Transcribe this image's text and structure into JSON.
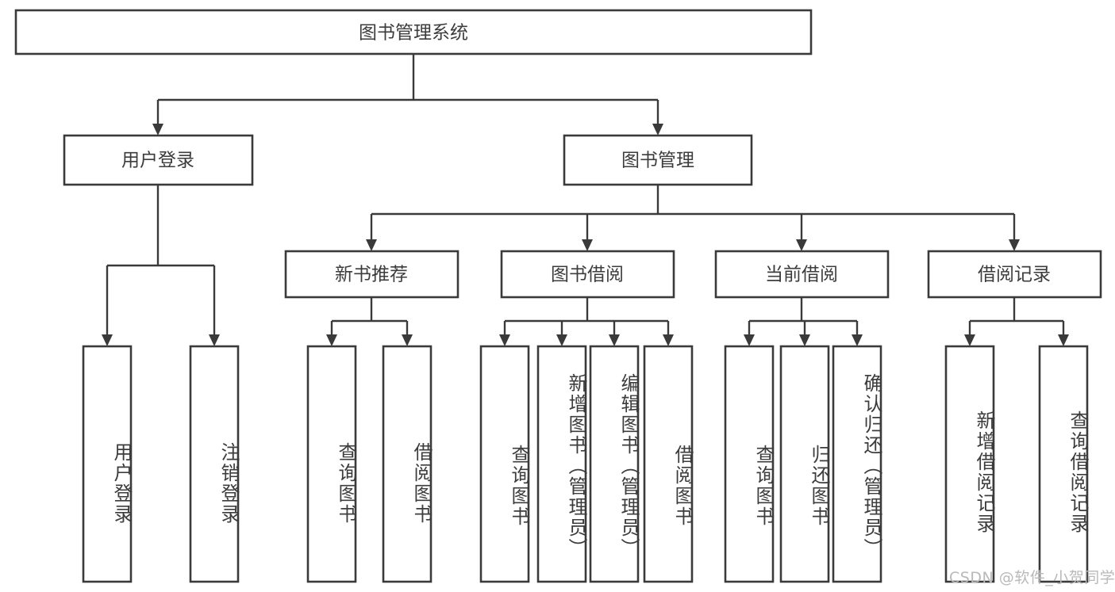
{
  "diagram": {
    "title": "图书管理系统",
    "type": "tree-hierarchy-diagram",
    "background_color": "#ffffff",
    "line_color": "#3a3a3a",
    "text_color": "#3c3c3c",
    "root": {
      "label": "图书管理系统"
    },
    "level2": [
      {
        "label": "用户登录"
      },
      {
        "label": "图书管理"
      }
    ],
    "level3": [
      {
        "label": "新书推荐"
      },
      {
        "label": "图书借阅"
      },
      {
        "label": "当前借阅"
      },
      {
        "label": "借阅记录"
      }
    ],
    "leaves": {
      "user_login": [
        {
          "label": "用户登录"
        },
        {
          "label": "注销登录"
        }
      ],
      "new_book_recommend": [
        {
          "label": "查询图书"
        },
        {
          "label": "借阅图书"
        }
      ],
      "book_borrow": [
        {
          "label": "查询图书"
        },
        {
          "label": "新增图书（管理员）"
        },
        {
          "label": "编辑图书（管理员）"
        },
        {
          "label": "借阅图书"
        }
      ],
      "current_borrow": [
        {
          "label": "查询图书"
        },
        {
          "label": "归还图书"
        },
        {
          "label": "确认归还（管理员）"
        }
      ],
      "borrow_record": [
        {
          "label": "新增借阅记录"
        },
        {
          "label": "查询借阅记录"
        }
      ]
    }
  },
  "watermark": {
    "text": "CSDN @软件_小贺同学"
  }
}
